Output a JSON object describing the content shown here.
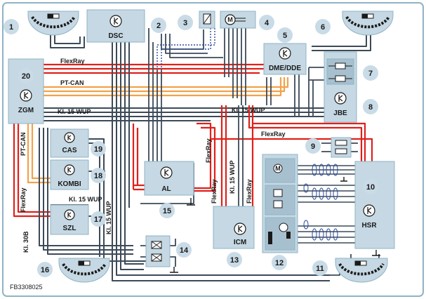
{
  "colors": {
    "frame": "#8fb3c6",
    "box": "#c5d8e3",
    "box_dark": "#a7c0cf",
    "wire_dark": "#3c4a58",
    "wire_red": "#e0201a",
    "wire_orange": "#f2a24a",
    "wire_gray": "#7d8790",
    "wire_blue": "#2a4a9a",
    "circle": "#c9dbe6"
  },
  "modules": {
    "dsc": "DSC",
    "dme": "DME/DDE",
    "zgm": "ZGM",
    "jbe": "JBE",
    "cas": "CAS",
    "kombi": "KOMBI",
    "szl": "SZL",
    "al": "AL",
    "icm": "ICM",
    "hsr": "HSR"
  },
  "buses": {
    "flexray_top": "FlexRay",
    "ptcan_top": "PT-CAN",
    "kl15_top": "Kl. 15 WUP",
    "kl15_mid": "Kl. 15 WUP",
    "flexray_right": "FlexRay",
    "ptcan_left": "PT-CAN",
    "flexray_left": "FlexRay",
    "kl15_left": "Kl. 15 WUP",
    "kl15_vert": "Kl. 15 WUP",
    "kl30b": "Kl. 30B",
    "flexray_al": "FlexRay",
    "kl15_al": "Kl. 15 WUP",
    "flexray_icm1": "FlexRay",
    "flexray_icm2": "FlexRay"
  },
  "numbers": [
    "1",
    "2",
    "3",
    "4",
    "5",
    "6",
    "7",
    "8",
    "9",
    "10",
    "11",
    "12",
    "13",
    "14",
    "15",
    "16",
    "17",
    "18",
    "19",
    "20"
  ],
  "figure_id": "FB3308025"
}
